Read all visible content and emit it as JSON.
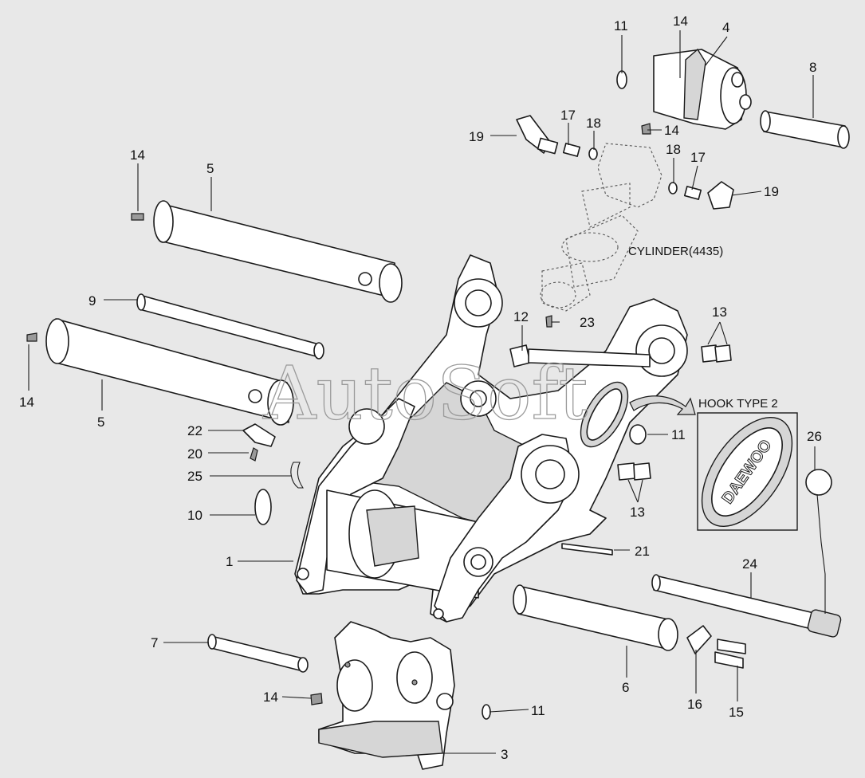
{
  "watermark": "AutoSoft",
  "callouts": {
    "c11a": "11",
    "c14a": "14",
    "c4": "4",
    "c8": "8",
    "c19a": "19",
    "c17a": "17",
    "c18a": "18",
    "c14b": "14",
    "c18b": "18",
    "c17b": "17",
    "c19b": "19",
    "c14c": "14",
    "c5a": "5",
    "c9": "9",
    "c14d": "14",
    "c5b": "5",
    "c12": "12",
    "c23": "23",
    "c13a": "13",
    "c22": "22",
    "c20": "20",
    "c25": "25",
    "c10": "10",
    "c1": "1",
    "c11b": "11",
    "c13b": "13",
    "c21": "21",
    "c24": "24",
    "c26": "26",
    "c7": "7",
    "c14e": "14",
    "c11c": "11",
    "c3": "3",
    "c6": "6",
    "c16": "16",
    "c15": "15"
  },
  "labels": {
    "cylinder": "CYLINDER(4435)",
    "hook_type": "HOOK TYPE 2",
    "inset_logo": "DAEWOO"
  },
  "colors": {
    "background": "#e8e8e8",
    "line": "#1a1a1a",
    "shade": "#d6d6d6"
  }
}
